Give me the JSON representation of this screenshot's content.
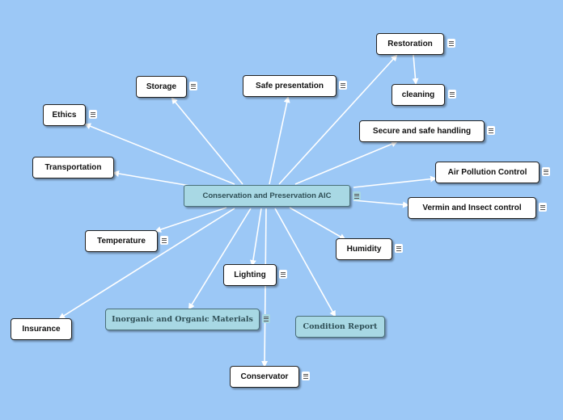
{
  "root": {
    "label": "Conservation and Preservation AIC"
  },
  "topics": [
    {
      "id": "restoration",
      "label": "Restoration"
    },
    {
      "id": "cleaning",
      "label": "cleaning"
    },
    {
      "id": "storage",
      "label": "Storage"
    },
    {
      "id": "safe_presentation",
      "label": "Safe presentation"
    },
    {
      "id": "ethics",
      "label": "Ethics"
    },
    {
      "id": "secure_handling",
      "label": "Secure and safe handling"
    },
    {
      "id": "transportation",
      "label": "Transportation"
    },
    {
      "id": "air_pollution",
      "label": "Air Pollution Control"
    },
    {
      "id": "vermin",
      "label": "Vermin and Insect control"
    },
    {
      "id": "temperature",
      "label": "Temperature"
    },
    {
      "id": "humidity",
      "label": "Humidity"
    },
    {
      "id": "lighting",
      "label": "Lighting"
    },
    {
      "id": "insurance",
      "label": "Insurance"
    },
    {
      "id": "materials",
      "label": "Inorganic and Organic Materials"
    },
    {
      "id": "condition_report",
      "label": "Condition Report"
    },
    {
      "id": "conservator",
      "label": "Conservator"
    }
  ],
  "colors": {
    "background": "#9cc8f6",
    "node_fill": "#ffffff",
    "highlight_fill": "#a8d8e4",
    "connector": "#ffffff"
  },
  "icons": {
    "note": "note-icon"
  }
}
